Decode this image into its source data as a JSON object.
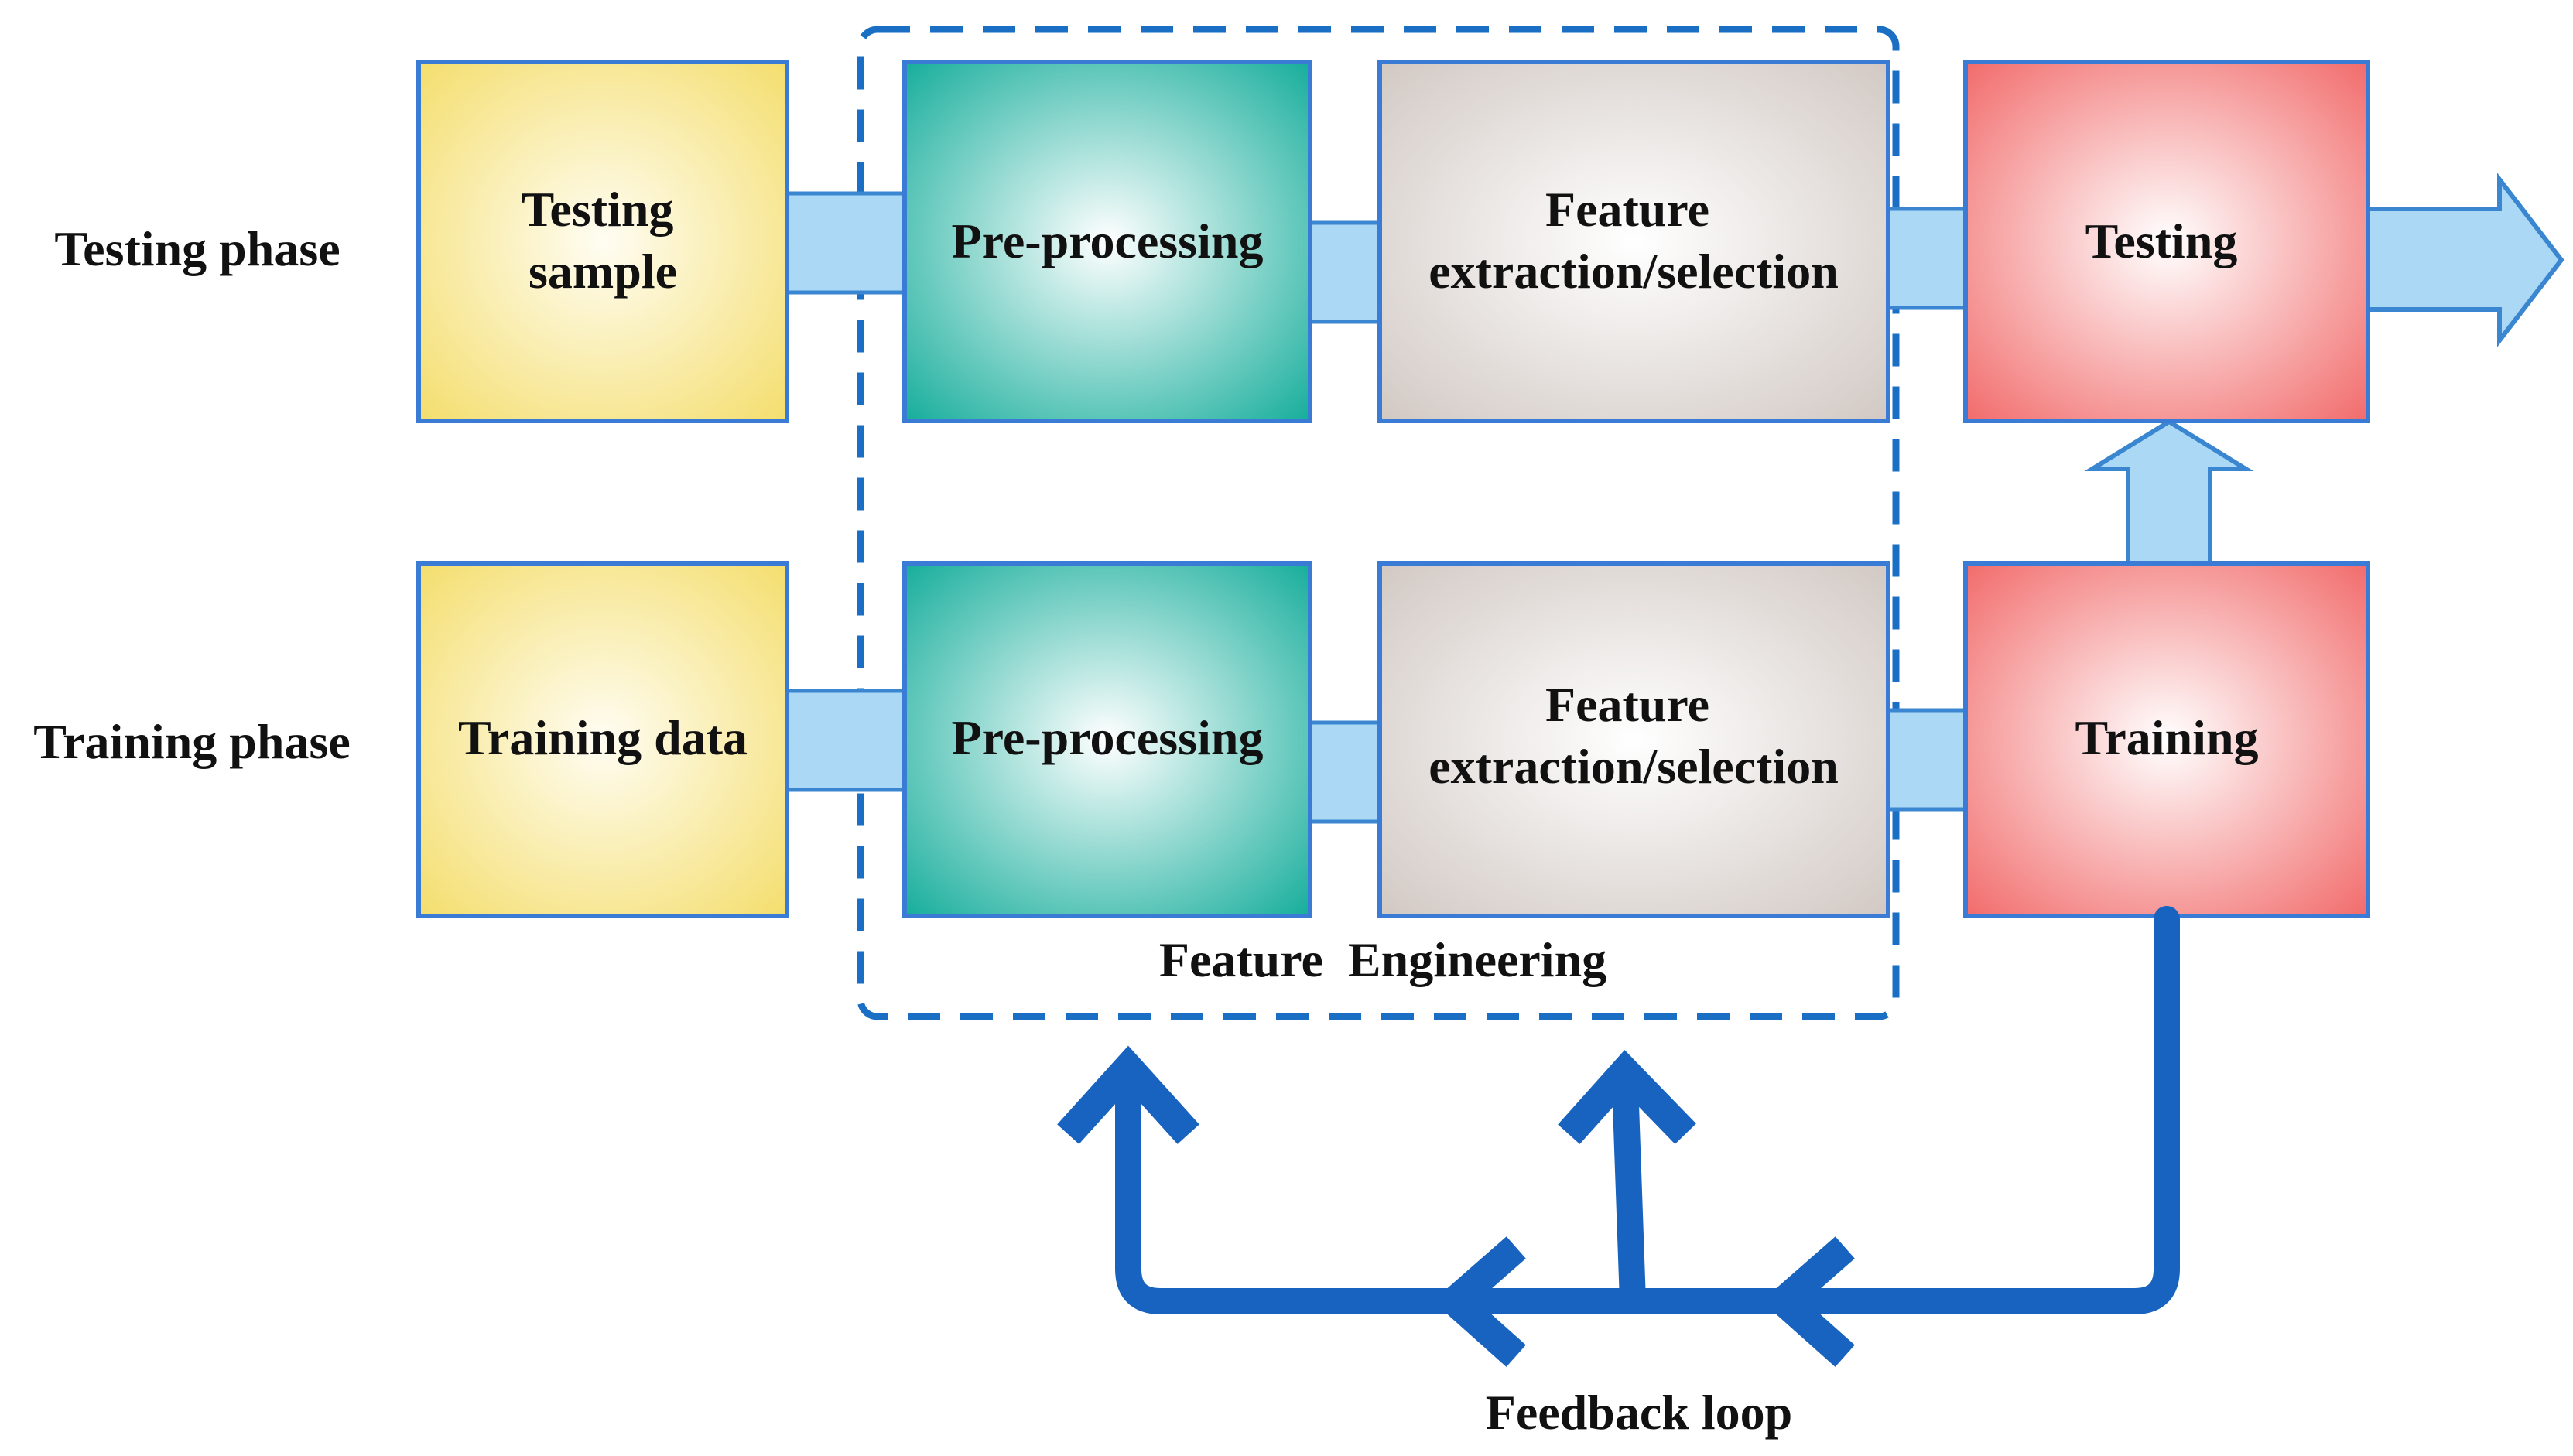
{
  "rows": {
    "testing": {
      "phase_label": "Testing phase",
      "input_line1": "Testing",
      "input_line2": "sample",
      "preprocess": "Pre-processing",
      "feature_line1": "Feature",
      "feature_line2": "extraction/selection",
      "output": "Testing"
    },
    "training": {
      "phase_label": "Training phase",
      "input": "Training data",
      "preprocess": "Pre-processing",
      "feature_line1": "Feature",
      "feature_line2": "extraction/selection",
      "output": "Training"
    }
  },
  "group_label": "Feature  Engineering",
  "feedback_label": "Feedback loop",
  "colors": {
    "box_border": "#3a7bd5",
    "input_fill": "#f6e27a",
    "preprocess_fill": "#23b3a2",
    "feature_fill": "#d8d1cc",
    "output_fill": "#f27a78",
    "connector_fill": "#aad8f5",
    "connector_stroke": "#3a86d0",
    "dashed_border": "#1a6fc4",
    "feedback_arrow": "#1763bf"
  }
}
